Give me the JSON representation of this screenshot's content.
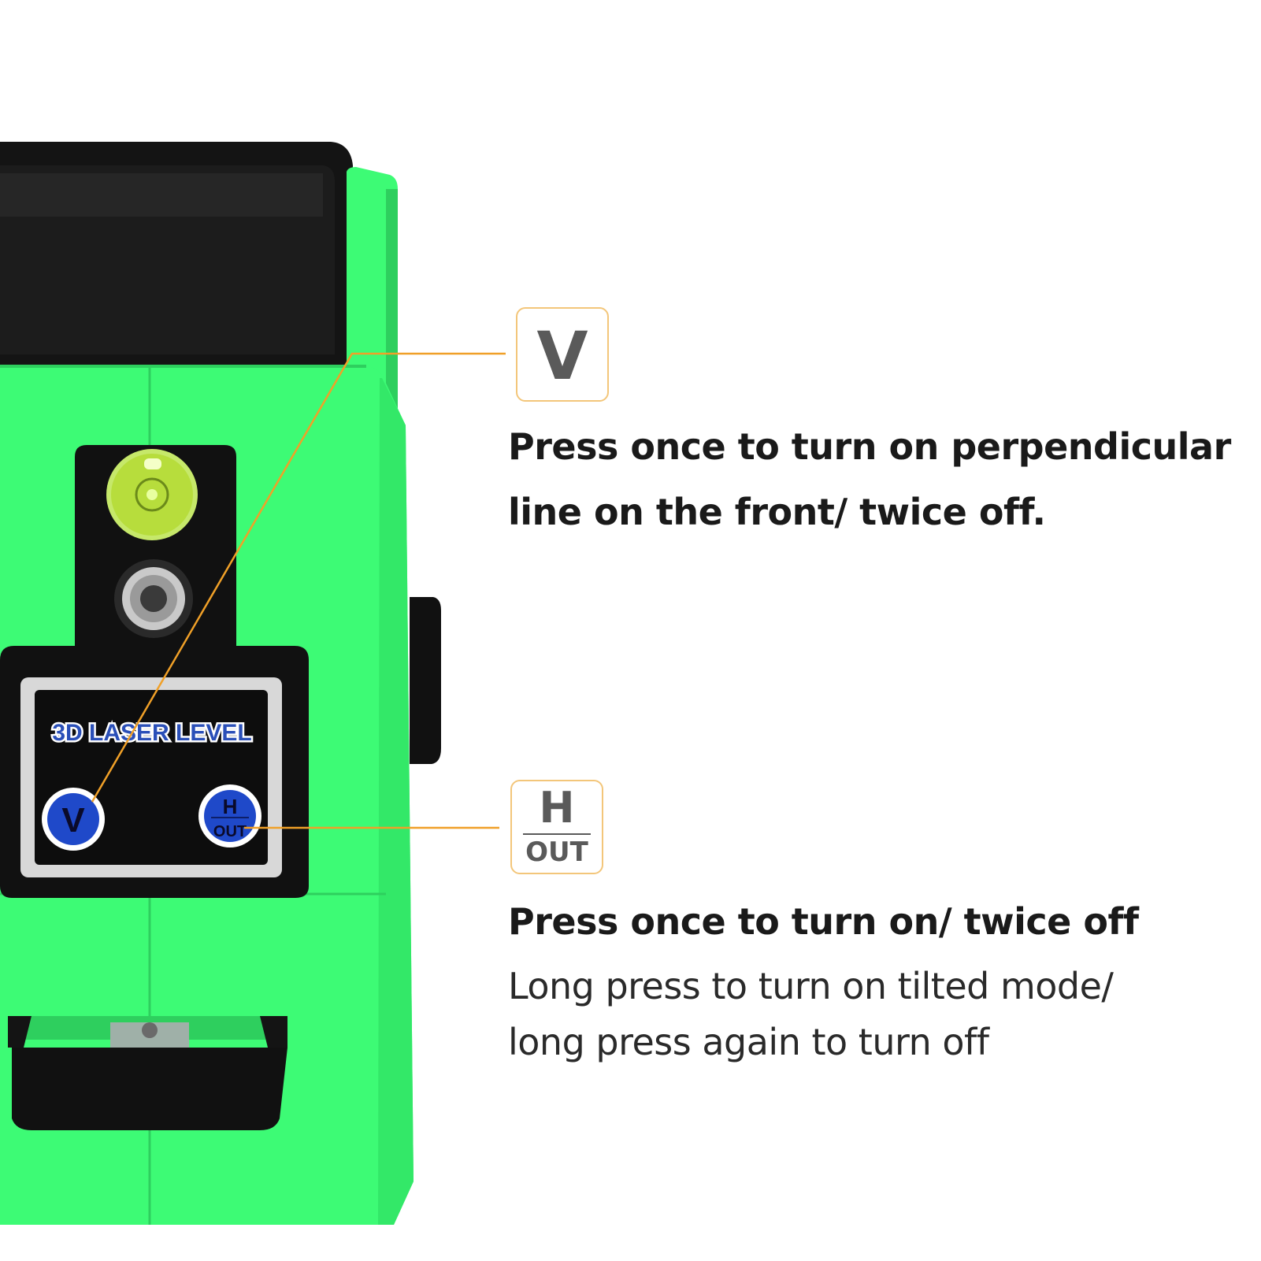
{
  "device": {
    "label": "3D LASER LEVEL",
    "buttons": {
      "v_label": "V",
      "h_top": "H",
      "h_bottom": "OUT"
    },
    "colors": {
      "body": "#3dfb75",
      "body_shadow": "#2ecf5e",
      "housing": "#111111",
      "button_blue": "#1f49c9",
      "label_blue": "#2a4fb8",
      "callout_line": "#f0a028"
    }
  },
  "callouts": {
    "v": {
      "icon_letter": "V",
      "line1": "Press once to turn on perpendicular",
      "line2": "line on the front/ twice off."
    },
    "h": {
      "icon_top": "H",
      "icon_bottom": "OUT",
      "line1": "Press once to turn on/ twice off",
      "line2": "Long press to turn on tilted mode/",
      "line3": "long press again to turn off"
    }
  }
}
